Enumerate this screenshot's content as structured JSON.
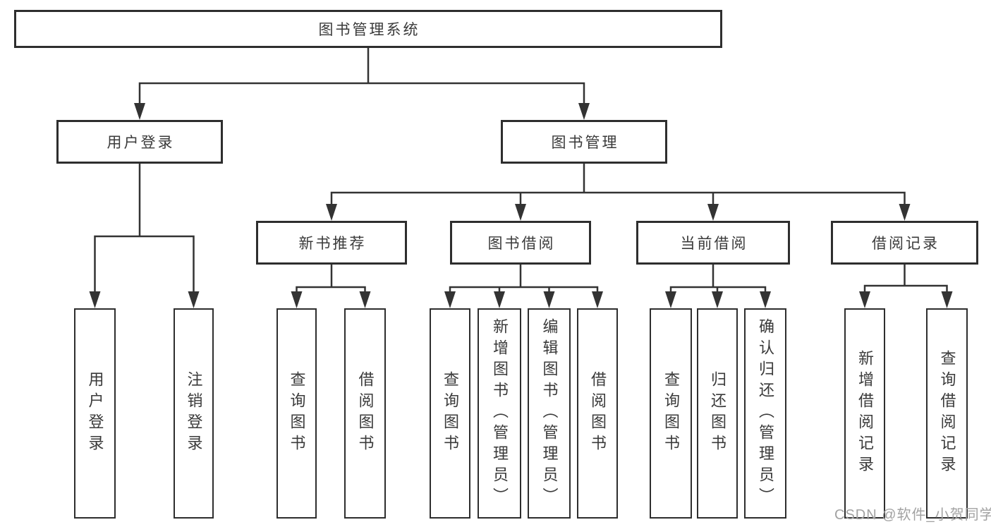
{
  "title": "图书管理系统",
  "tree": {
    "label": "图书管理系统",
    "children": [
      {
        "label": "用户登录",
        "children": [
          {
            "label": "用户登录"
          },
          {
            "label": "注销登录"
          }
        ]
      },
      {
        "label": "图书管理",
        "children": [
          {
            "label": "新书推荐",
            "children": [
              {
                "label": "查询图书"
              },
              {
                "label": "借阅图书"
              }
            ]
          },
          {
            "label": "图书借阅",
            "children": [
              {
                "label": "查询图书"
              },
              {
                "label": "新增图书（管理员）"
              },
              {
                "label": "编辑图书（管理员）"
              },
              {
                "label": "借阅图书"
              }
            ]
          },
          {
            "label": "当前借阅",
            "children": [
              {
                "label": "查询图书"
              },
              {
                "label": "归还图书"
              },
              {
                "label": "确认归还（管理员）"
              }
            ]
          },
          {
            "label": "借阅记录",
            "children": [
              {
                "label": "新增借阅记录"
              },
              {
                "label": "查询借阅记录"
              }
            ]
          }
        ]
      }
    ]
  },
  "watermark": {
    "text": "CSDN @软件_小贺同学",
    "color": "#a2a2a2"
  },
  "colors": {
    "background": "#ffffff",
    "box_border": "#2e2e2e",
    "connector_line": "#333333",
    "text": "#3a3a3a"
  }
}
